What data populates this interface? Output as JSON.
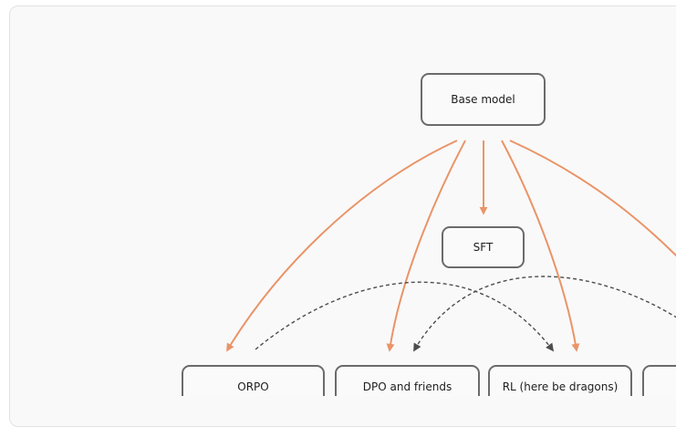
{
  "nodes": {
    "base_model": "Base model",
    "sft": "SFT",
    "orpo": "ORPO",
    "dpo": "DPO and friends",
    "rl": "RL (here be dragons)",
    "extra": ""
  },
  "colors": {
    "solid_edge": "#ea9468",
    "dashed_edge": "#4d4d4d",
    "node_border": "#6b6b6b",
    "panel_background": "#f9f9f9"
  }
}
